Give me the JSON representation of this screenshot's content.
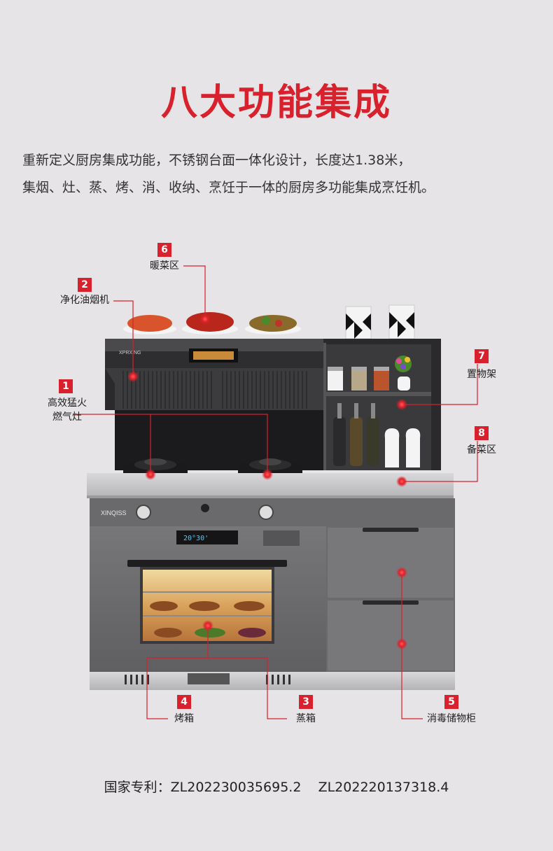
{
  "title": "八大功能集成",
  "intro": [
    "重新定义厨房集成功能，不锈钢台面一体化设计，长度达1.38米，",
    "集烟、灶、蒸、烤、消、收纳、烹饪于一体的厨房多功能集成烹饪机。"
  ],
  "callouts": [
    {
      "num": "1",
      "label": "高效猛火燃气灶"
    },
    {
      "num": "2",
      "label": "净化油烟机"
    },
    {
      "num": "3",
      "label": "蒸箱"
    },
    {
      "num": "4",
      "label": "烤箱"
    },
    {
      "num": "5",
      "label": "消毒储物柜"
    },
    {
      "num": "6",
      "label": "暖菜区"
    },
    {
      "num": "7",
      "label": "置物架"
    },
    {
      "num": "8",
      "label": "备菜区"
    }
  ],
  "callout1_lines": [
    "高效猛火",
    "燃气灶"
  ],
  "product": {
    "brand_hood": "XPRXING",
    "brand_panel": "XINQISS",
    "oven_display": "20°30'"
  },
  "patent": "国家专利：ZL202230035695.2    ZL202220137318.4",
  "colors": {
    "accent": "#d8212c",
    "background": "#e6e4e6",
    "steel": "#c6c6c8",
    "body": "#6e6e72"
  }
}
